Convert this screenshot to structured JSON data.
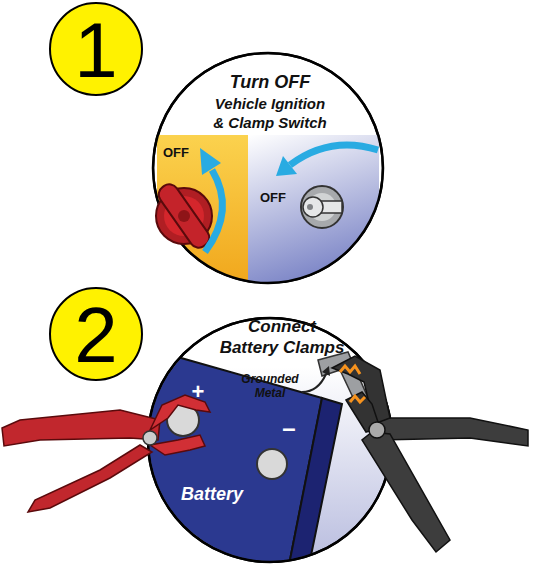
{
  "diagram": {
    "nodes": [
      {
        "text": [
          "1"
        ]
      },
      {
        "text": [
          "Turn OFF",
          "Vehicle Ignition & Clamp Switch"
        ]
      },
      {
        "text": [
          "OFF"
        ],
        "in": 1
      },
      {
        "text": [
          "OFF"
        ],
        "in": 1
      },
      {
        "text": [
          "2"
        ]
      },
      {
        "text": [
          "Connect Battery Clamps"
        ]
      },
      {
        "text": [
          "+",
          "–",
          "Battery"
        ],
        "in": 5
      }
    ],
    "labels": [
      "Grounded Metal"
    ]
  }
}
